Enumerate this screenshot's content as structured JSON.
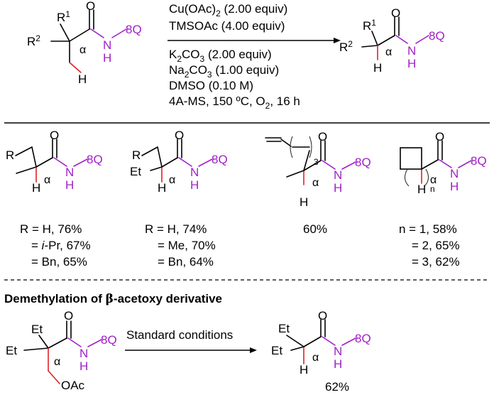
{
  "colors": {
    "amide_nh": "#a020c8",
    "ch_bond": "#e0202a",
    "text": "#000000"
  },
  "reaction": {
    "conditions_above": [
      "Cu(OAc)",
      "2",
      " (2.00 equiv)",
      "TMSOAc (4.00 equiv)"
    ],
    "conditions_below": [
      "K",
      "2",
      "CO",
      "3",
      " (2.00 equiv)",
      "Na",
      "2",
      "CO",
      "3",
      " (1.00 equiv)",
      "DMSO (0.10 M)",
      "4A-MS, 150 ºC, O",
      "2",
      ", 16 h"
    ]
  },
  "labels": {
    "r1": "R",
    "one": "1",
    "r2": "R",
    "two": "2",
    "alpha": "α",
    "o": "O",
    "n": "N",
    "h": "H",
    "q": "8Q",
    "r": "R",
    "et": "Et",
    "three": "3",
    "nsub": "n",
    "oac": "OAc"
  },
  "substrates": [
    {
      "lines": [
        "R = H, 76%",
        "= ",
        "i",
        "-Pr, 67%",
        "= Bn, 65%"
      ]
    },
    {
      "lines": [
        "R = H, 74%",
        "= Me, 70%",
        "= Bn, 64%"
      ]
    },
    {
      "lines": [
        "60%"
      ]
    },
    {
      "lines": [
        "n = 1, 58%",
        "= 2, 65%",
        "= 3, 62%"
      ]
    }
  ],
  "section": {
    "title_pre": "Demethylation of ",
    "title_beta": "β",
    "title_post": "-acetoxy derivative",
    "arrow_label": "Standard conditions",
    "yield": "62%"
  }
}
